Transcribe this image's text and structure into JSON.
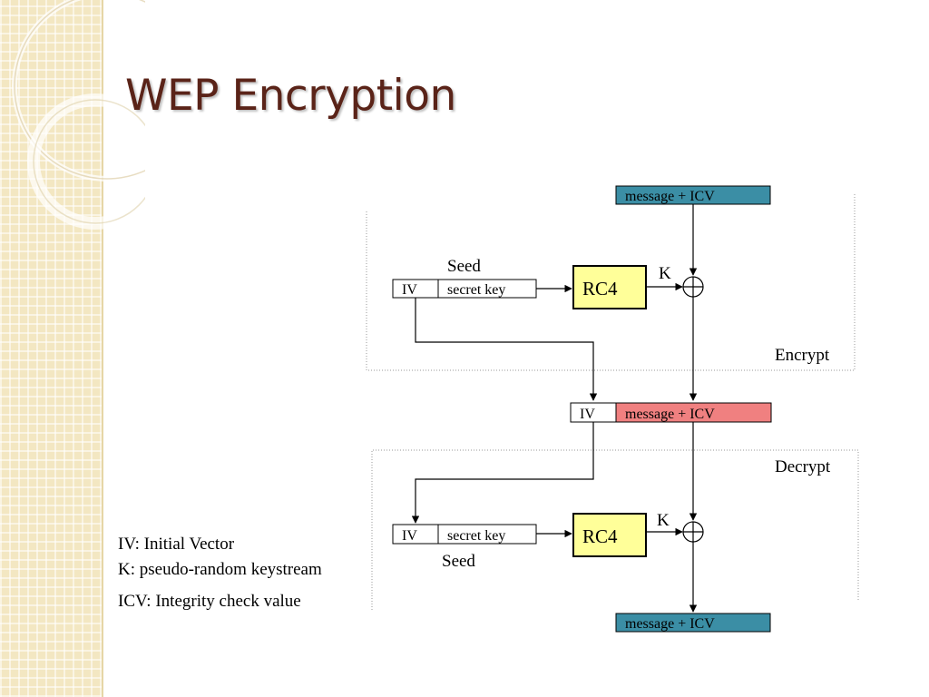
{
  "slide": {
    "title": "WEP Encryption"
  },
  "diagram": {
    "top_message": "message + ICV",
    "enc_seed_label": "Seed",
    "enc_iv": "IV",
    "enc_secret_key": "secret key",
    "enc_rc4": "RC4",
    "enc_k": "K",
    "encrypt_label": "Encrypt",
    "mid_iv": "IV",
    "mid_message": "message + ICV",
    "decrypt_label": "Decrypt",
    "dec_iv": "IV",
    "dec_secret_key": "secret key",
    "dec_seed_label": "Seed",
    "dec_rc4": "RC4",
    "dec_k": "K",
    "bottom_message": "message + ICV"
  },
  "legend": {
    "iv": "IV: Initial Vector",
    "k": "K: pseudo-random keystream",
    "icv": "ICV: Integrity check value"
  },
  "colors": {
    "title": "#5a2318",
    "message_box": "#3b8ea5",
    "ciphertext_box": "#f08080",
    "rc4_box": "#ffff99"
  }
}
